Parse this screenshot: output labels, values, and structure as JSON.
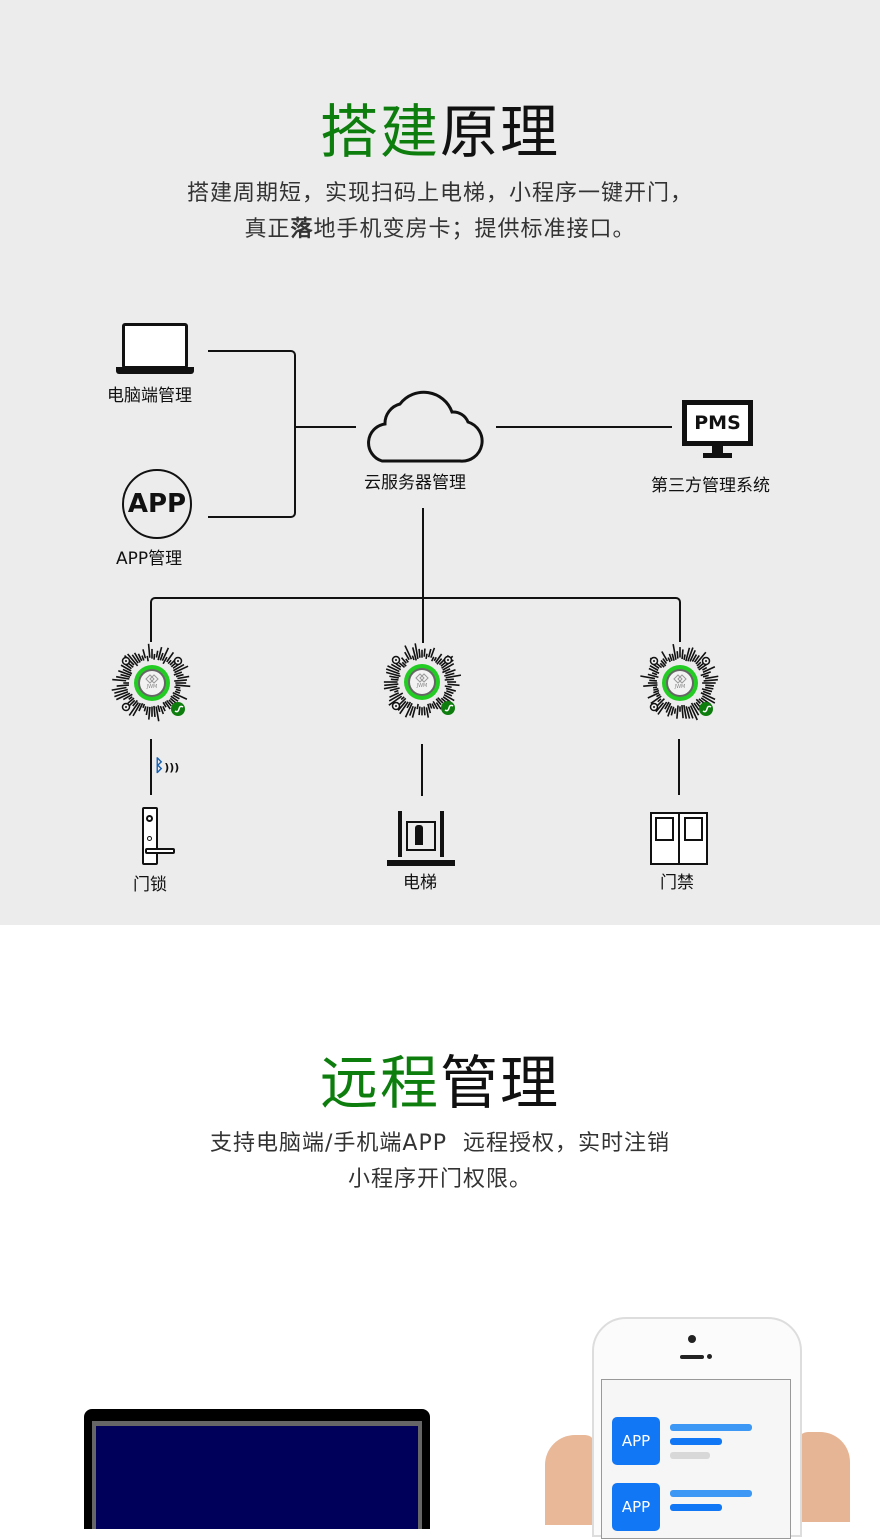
{
  "section1": {
    "title_green": "搭建",
    "title_black": "原理",
    "subtitle_line1": "搭建周期短，实现扫码上电梯，小程序一键开门，",
    "subtitle_line2_a": "真正",
    "subtitle_line2_bold": "落",
    "subtitle_line2_b": "地手机变房卡；提供标准接口。",
    "diagram": {
      "pc_label": "电脑端管理",
      "app_icon_text": "APP",
      "app_label": "APP管理",
      "cloud_label": "云服务器管理",
      "pms_icon_text": "PMS",
      "pms_label": "第三方管理系统",
      "qr_text": "JWM",
      "devices": [
        {
          "label": "门锁"
        },
        {
          "label": "电梯"
        },
        {
          "label": "门禁"
        }
      ]
    }
  },
  "section2": {
    "title_green": "远程",
    "title_black": "管理",
    "subtitle_line1": "支持电脑端/手机端APP  远程授权，实时注销",
    "subtitle_line2": "小程序开门权限。",
    "phone_apps": [
      {
        "label": "APP"
      },
      {
        "label": "APP"
      }
    ]
  },
  "colors": {
    "green": "#0d7d0d",
    "qr_ring": "#22cc22",
    "app_blue": "#1277f5",
    "laptop_screen": "#00005a"
  }
}
